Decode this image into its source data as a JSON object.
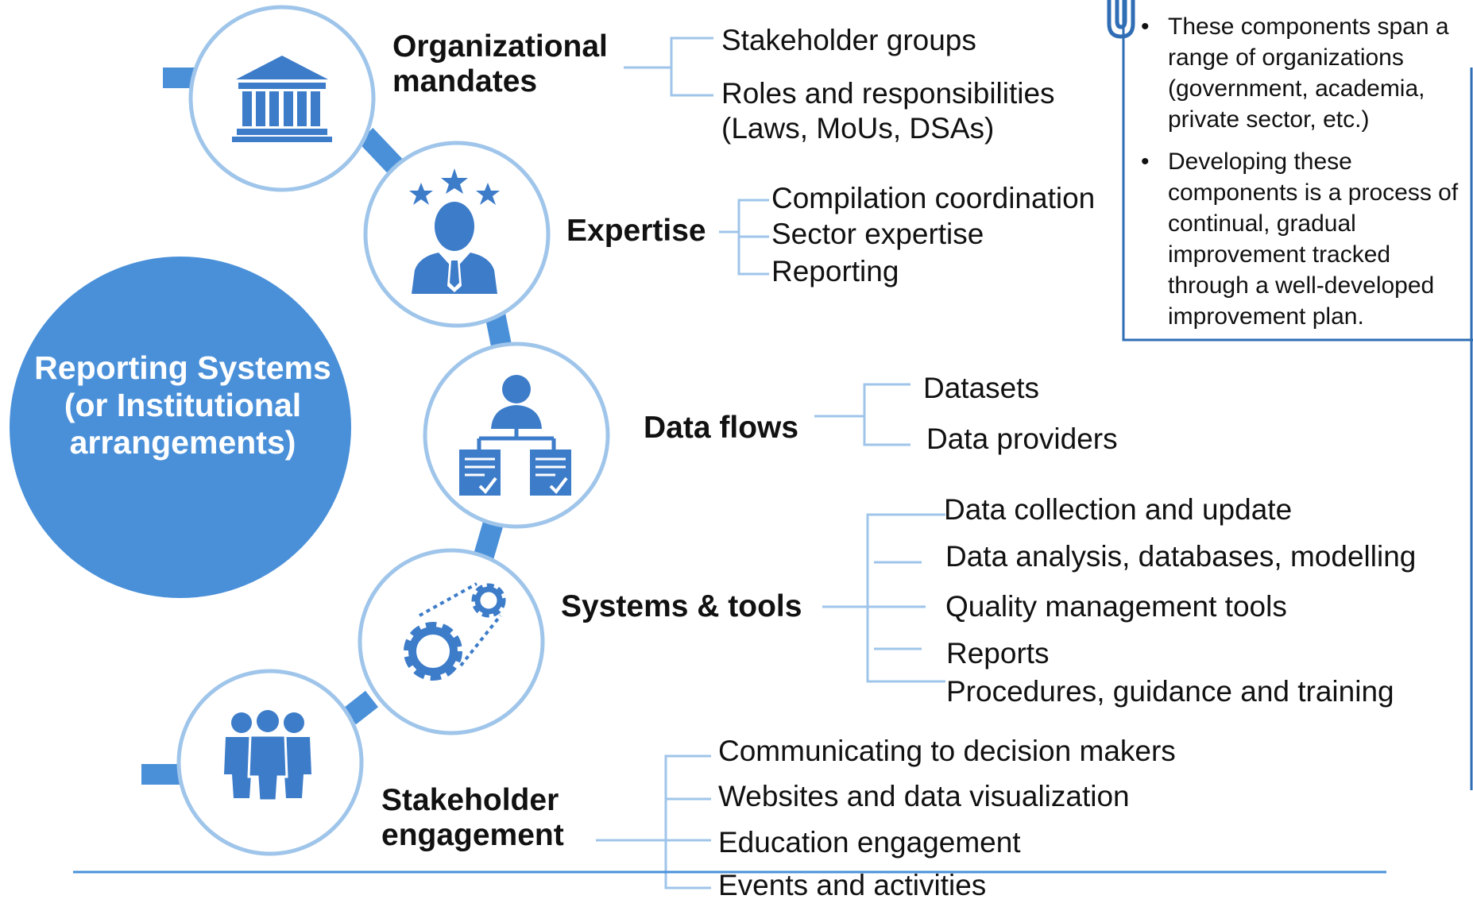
{
  "colors": {
    "primary": "#4a90d9",
    "ring": "#9fc5ea",
    "icon": "#3d7cc9",
    "text": "#111111",
    "box_border": "#2f6db5"
  },
  "center": {
    "label": "Reporting Systems (or Institutional arrangements)"
  },
  "components": [
    {
      "title": "Organizational mandates",
      "icon": "institution-icon",
      "items": [
        "Stakeholder groups",
        "Roles and responsibilities (Laws, MoUs, DSAs)"
      ]
    },
    {
      "title": "Expertise",
      "icon": "expert-icon",
      "items": [
        "Compilation coordination",
        "Sector expertise",
        "Reporting"
      ]
    },
    {
      "title": "Data flows",
      "icon": "data-flow-icon",
      "items": [
        "Datasets",
        "Data providers"
      ]
    },
    {
      "title": "Systems & tools",
      "icon": "gears-icon",
      "items": [
        "Data collection and update",
        "Data analysis, databases, modelling",
        "Quality management tools",
        "Reports",
        "Procedures, guidance and training"
      ]
    },
    {
      "title": "Stakeholder engagement",
      "icon": "people-icon",
      "items": [
        "Communicating to decision makers",
        "Websites and data visualization",
        "Education engagement",
        "Events and activities"
      ]
    }
  ],
  "note": {
    "icon": "paperclip-icon",
    "bullets": [
      "These components span a range of organizations (government, academia, private sector, etc.)",
      "Developing these components is a process of continual, gradual improvement tracked through a well-developed improvement plan."
    ]
  }
}
